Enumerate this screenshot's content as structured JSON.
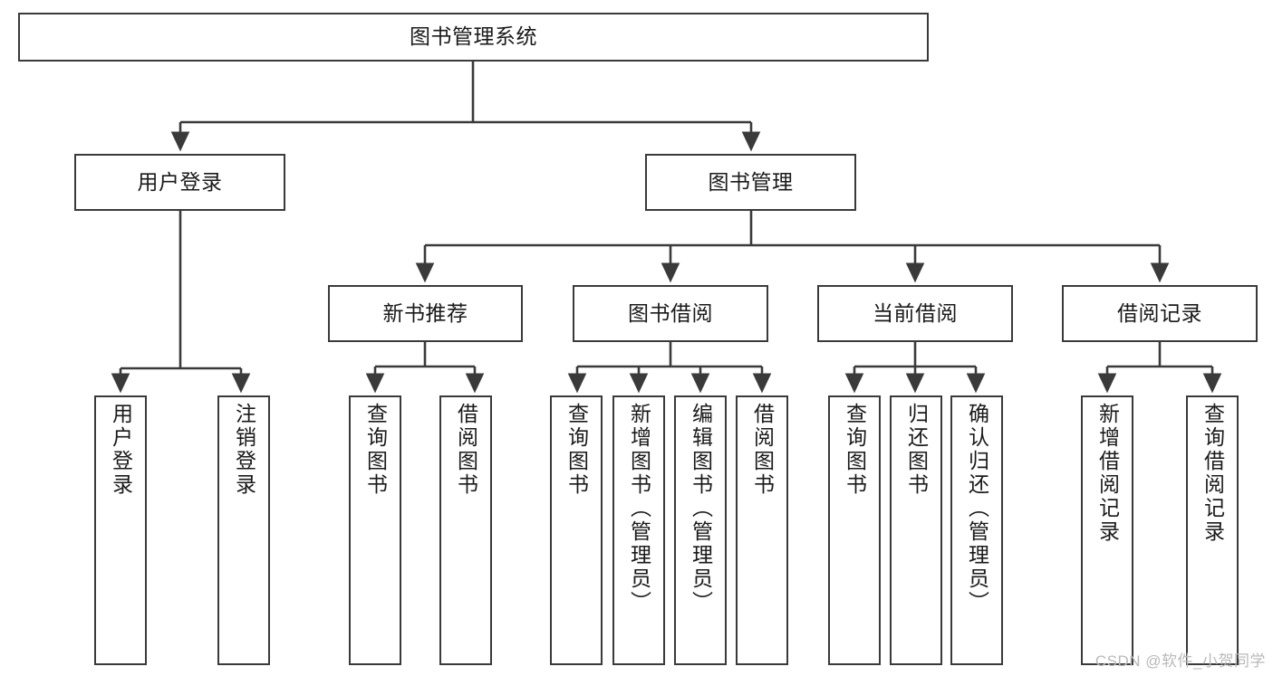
{
  "diagram": {
    "title": "图书管理系统",
    "type": "functional-decomposition-tree",
    "root": {
      "id": "root",
      "label": "图书管理系统"
    },
    "level2": [
      {
        "id": "user-login",
        "label": "用户登录"
      },
      {
        "id": "book-manage",
        "label": "图书管理"
      }
    ],
    "level3": [
      {
        "id": "new-book-rec",
        "label": "新书推荐",
        "parent": "book-manage"
      },
      {
        "id": "book-borrow",
        "label": "图书借阅",
        "parent": "book-manage"
      },
      {
        "id": "current-borrow",
        "label": "当前借阅",
        "parent": "book-manage"
      },
      {
        "id": "borrow-record",
        "label": "借阅记录",
        "parent": "book-manage"
      }
    ],
    "leaves": [
      {
        "id": "leaf-user-login",
        "label": "用户登录",
        "parent": "user-login"
      },
      {
        "id": "leaf-logout",
        "label": "注销登录",
        "parent": "user-login"
      },
      {
        "id": "leaf-query-book-1",
        "label": "查询图书",
        "parent": "new-book-rec"
      },
      {
        "id": "leaf-borrow-book-1",
        "label": "借阅图书",
        "parent": "new-book-rec"
      },
      {
        "id": "leaf-query-book-2",
        "label": "查询图书",
        "parent": "book-borrow"
      },
      {
        "id": "leaf-add-book",
        "label": "新增图书（管理员）",
        "parent": "book-borrow"
      },
      {
        "id": "leaf-edit-book",
        "label": "编辑图书（管理员）",
        "parent": "book-borrow"
      },
      {
        "id": "leaf-borrow-book-2",
        "label": "借阅图书",
        "parent": "book-borrow"
      },
      {
        "id": "leaf-query-book-3",
        "label": "查询图书",
        "parent": "current-borrow"
      },
      {
        "id": "leaf-return-book",
        "label": "归还图书",
        "parent": "current-borrow"
      },
      {
        "id": "leaf-confirm-return",
        "label": "确认归还（管理员）",
        "parent": "current-borrow"
      },
      {
        "id": "leaf-add-record",
        "label": "新增借阅记录",
        "parent": "borrow-record"
      },
      {
        "id": "leaf-query-record",
        "label": "查询借阅记录",
        "parent": "borrow-record"
      }
    ],
    "watermark": "CSDN @软件_小贺同学",
    "colors": {
      "stroke": "#3a3a3a",
      "fill": "#ffffff",
      "text": "#1a1a1a",
      "watermark": "#b9b9b9"
    }
  }
}
